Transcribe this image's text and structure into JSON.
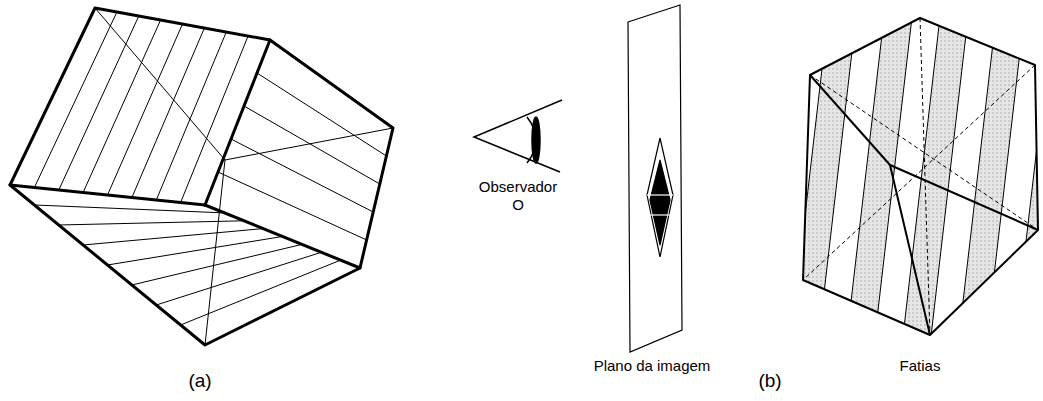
{
  "diagram": {
    "labels": [
      "(a)",
      "Observador O",
      "Plano da imagem",
      "Fatias",
      "(b)"
    ]
  }
}
